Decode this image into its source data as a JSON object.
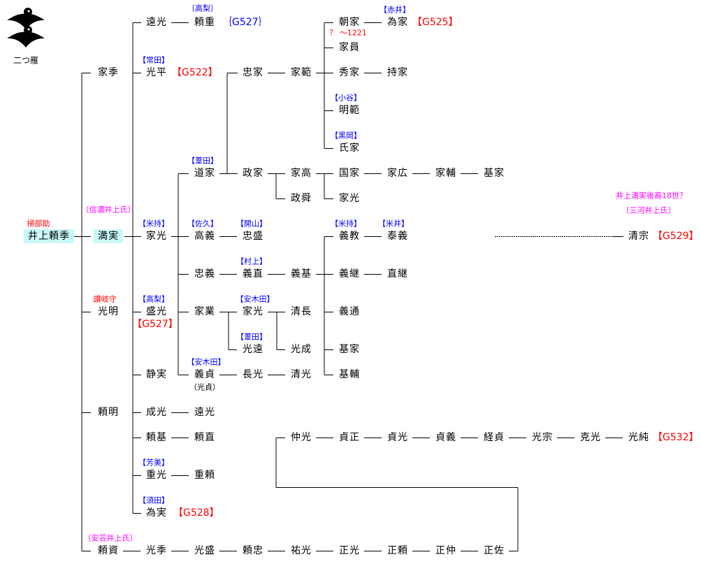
{
  "crest": {
    "label": "二つ雁"
  },
  "nodes": [
    "井上頼季",
    "満実",
    "家季",
    "光明",
    "頼明",
    "頼資",
    "遠光",
    "光平",
    "家光",
    "盛光",
    "静実",
    "成光",
    "頼基",
    "重光",
    "為実",
    "光季",
    "頼重",
    "道家",
    "高義",
    "忠義",
    "家業",
    "義貞",
    "遠光",
    "頼直",
    "重頼",
    "光盛",
    "忠家",
    "政家",
    "忠盛",
    "義直",
    "家光",
    "光遠",
    "長光",
    "頼忠",
    "家範",
    "家高",
    "政舜",
    "義基",
    "清長",
    "光成",
    "清光",
    "仲光",
    "祐光",
    "朝家",
    "家員",
    "秀家",
    "明範",
    "氏家",
    "国家",
    "家光",
    "義教",
    "義継",
    "義通",
    "基家",
    "基輔",
    "貞正",
    "正光",
    "為家",
    "持家",
    "家広",
    "泰義",
    "直継",
    "貞光",
    "正頼",
    "家輔",
    "貞義",
    "正仲",
    "基家",
    "経貞",
    "正佐",
    "光宗",
    "克光",
    "清宗",
    "光純"
  ],
  "tags": [
    "〔高梨〕",
    "｛G527｝",
    "【常田】",
    "【G522】",
    "【赤井】",
    "【G525】",
    "？ ～1221",
    "【小谷】",
    "【黒岡】",
    "【葦田】",
    "〔信濃井上氏〕",
    "掃部助",
    "【米持】",
    "【佐久】",
    "【開山】",
    "【米持】",
    "【米井】",
    "井上満実後裔18世？",
    "〔三河井上氏〕",
    "【G529】",
    "【村上】",
    "讃岐守",
    "【高梨】",
    "【G527】",
    "【安木田】",
    "【葦田】",
    "【安木田】",
    "（光貞）",
    "【芳美】",
    "【須田】",
    "【G528】",
    "〔安芸井上氏〕",
    "【G532】"
  ],
  "colors": {
    "highlight": "#c8f8f8",
    "clan": "#0000ff",
    "ref": "#ff0000",
    "branch": "#ff00ff"
  }
}
